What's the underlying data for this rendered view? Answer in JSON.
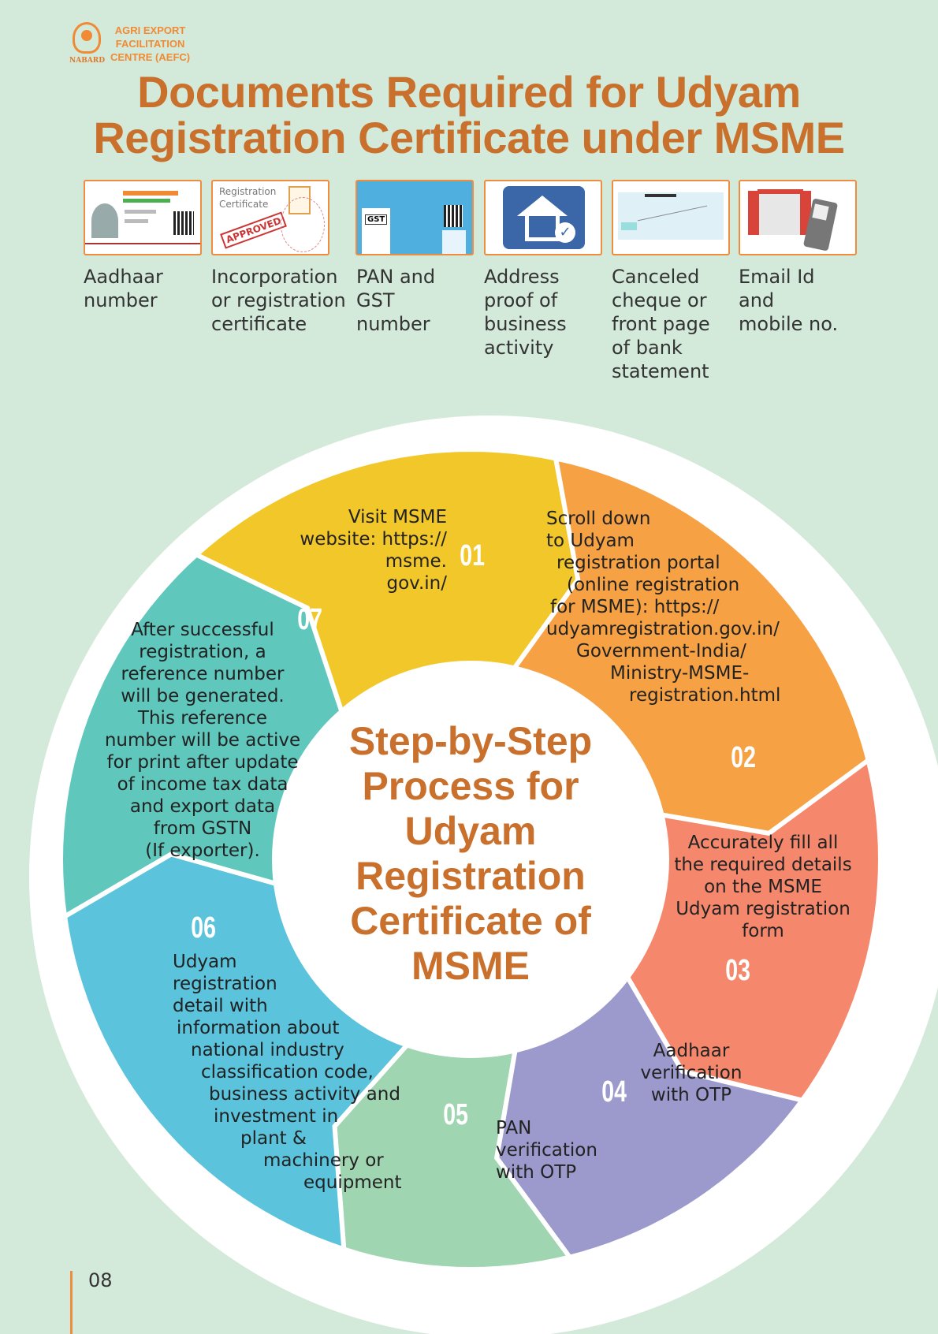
{
  "logo": {
    "org_lines": [
      "AGRI EXPORT",
      "FACILITATION",
      "CENTRE (AEFC)"
    ],
    "nabard": "NABARD"
  },
  "title": [
    "Documents Required for Udyam",
    "Registration Certificate under MSME"
  ],
  "documents": [
    {
      "icon": "aadhaar-card-icon",
      "label": [
        "Aadhaar",
        "number"
      ]
    },
    {
      "icon": "registration-certificate-icon",
      "label": [
        "Incorporation",
        "or registration",
        "certificate"
      ],
      "card_text": [
        "Registration",
        "Certificate",
        "APPROVED"
      ]
    },
    {
      "icon": "pan-gst-icon",
      "label": [
        "PAN and",
        "GST",
        "number"
      ],
      "card_text": [
        "GST"
      ]
    },
    {
      "icon": "house-check-icon",
      "label": [
        "Address",
        "proof of",
        "business",
        "activity"
      ]
    },
    {
      "icon": "cheque-icon",
      "label": [
        "Canceled",
        "cheque or",
        "front page",
        "of bank",
        "statement"
      ]
    },
    {
      "icon": "gmail-mobile-icon",
      "label": [
        "Email Id",
        "and",
        "mobile no."
      ]
    }
  ],
  "center_title": [
    "Step-by-Step",
    "Process for",
    "Udyam",
    "Registration",
    "Certificate of",
    "MSME"
  ],
  "colors": {
    "s1": "#f2c72a",
    "s2": "#f6a144",
    "s3": "#f5886c",
    "s4": "#9c99cc",
    "s5": "#a0d5b1",
    "s6": "#5bc3dc",
    "s7": "#60c7bc"
  },
  "steps": [
    {
      "num": "01",
      "lines": [
        "Visit MSME",
        "website: https://",
        "msme.",
        "gov.in/"
      ]
    },
    {
      "num": "02",
      "lines": [
        "Scroll down",
        "to Udyam",
        "registration portal",
        "(online registration",
        "for MSME): https://",
        "udyamregistration.gov.in/",
        "Government-India/",
        "Ministry-MSME-",
        "registration.html"
      ]
    },
    {
      "num": "03",
      "lines": [
        "Accurately fill all",
        "the required details",
        "on the MSME",
        "Udyam registration",
        "form"
      ]
    },
    {
      "num": "04",
      "lines": [
        "Aadhaar",
        "verification",
        "with OTP"
      ]
    },
    {
      "num": "05",
      "lines": [
        "PAN",
        "verification",
        "with OTP"
      ]
    },
    {
      "num": "06",
      "lines": [
        "Udyam",
        "registration",
        "detail with",
        "information about",
        "national industry",
        "classification code,",
        "business activity and",
        "investment in",
        "plant &",
        "machinery or",
        "equipment"
      ]
    },
    {
      "num": "07",
      "lines": [
        "After successful",
        "registration, a",
        "reference number",
        "will be generated.",
        "This reference",
        "number will be active",
        "for print after update",
        "of income tax data",
        "and export data",
        "from GSTN",
        "(If exporter)."
      ]
    }
  ],
  "page_number": "08"
}
